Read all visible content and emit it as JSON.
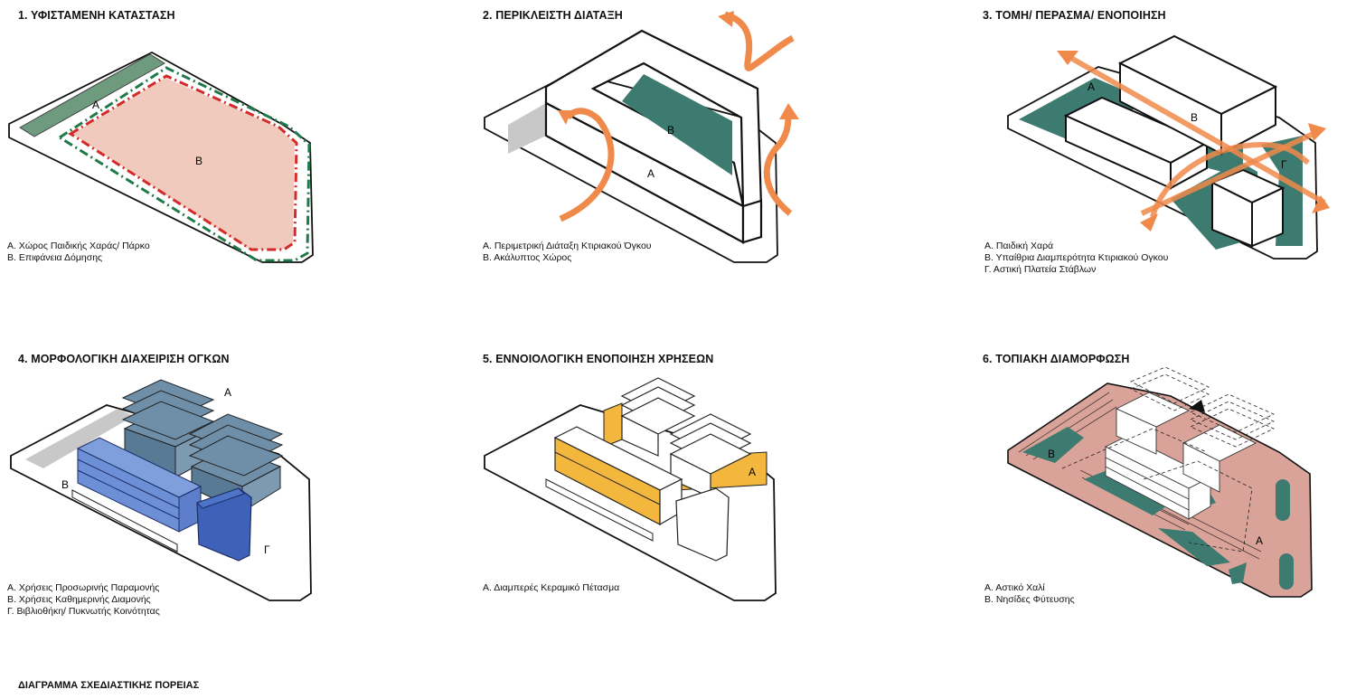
{
  "colors": {
    "orange": "#f08a4b",
    "teal": "#3d7a6f",
    "green_panel": "#6e9b7e",
    "salmon": "#f0cbbd",
    "red_dash": "#d42a2a",
    "green_dash": "#1f7a4a",
    "blue_dark": "#3d62b8",
    "blue_light": "#7e9fdc",
    "slate": "#6f8fa8",
    "yellow": "#f3b73d",
    "terracotta": "#d9a39a",
    "gray": "#c8c8c8"
  },
  "panels": [
    {
      "title": "1. ΥΦΙΣΤΑΜΕΝΗ ΚΑΤΑΣΤΑΣΗ",
      "labels": [
        "Α",
        "Β"
      ],
      "legend": [
        "Α.  Χώρος Παιδικής Χαράς/ Πάρκο",
        "Β.  Επιφάνεια Δόμησης"
      ]
    },
    {
      "title": "2. ΠΕΡΙΚΛΕΙΣΤΗ ΔΙΑΤΑΞΗ",
      "labels": [
        "Α",
        "Β"
      ],
      "legend": [
        "Α.  Περιμετρική Διάταξη Κτιριακού Όγκου",
        "Β.  Ακάλυπτος Χώρος"
      ]
    },
    {
      "title": "3. ΤΟΜΗ/ ΠΕΡΑΣΜΑ/ ΕΝΟΠΟΙΗΣΗ",
      "labels": [
        "Α",
        "Β",
        "Γ"
      ],
      "legend": [
        "Α.  Παιδική Χαρά",
        "Β.  Υπαίθρια Διαμπερότητα Κτιριακού  Ογκου",
        "Γ. Αστική Πλατεία Στάβλων"
      ]
    },
    {
      "title": "4. ΜΟΡΦΟΛΟΓΙΚΗ ΔΙΑΧΕΙΡΙΣΗ ΟΓΚΩΝ",
      "labels": [
        "Α",
        "Β",
        "Γ"
      ],
      "legend": [
        "Α.  Χρήσεις Προσωρινής Παραμονής",
        "Β.  Χρήσεις Καθημερινής Διαμονής",
        "Γ.  Βιβλιοθήκη/ Πυκνωτής Κοινότητας"
      ]
    },
    {
      "title": "5. ΕΝΝΟΙΟΛΟΓΙΚΗ ΕΝΟΠΟΙΗΣΗ ΧΡΗΣΕΩΝ",
      "labels": [
        "Α"
      ],
      "legend": [
        "Α.  Διαμπερές Κεραμικό Πέτασμα"
      ]
    },
    {
      "title": "6. ΤΟΠΙΑΚΗ ΔΙΑΜΟΡΦΩΣΗ",
      "labels": [
        "Α",
        "Β"
      ],
      "legend": [
        "Α.  Αστικό Χαλί",
        "Β.  Νησίδες Φύτευσης"
      ]
    }
  ],
  "footer": "ΔΙΑΓΡΑΜΜΑ ΣΧΕΔΙΑΣΤΙΚΗΣ ΠΟΡΕΙΑΣ"
}
